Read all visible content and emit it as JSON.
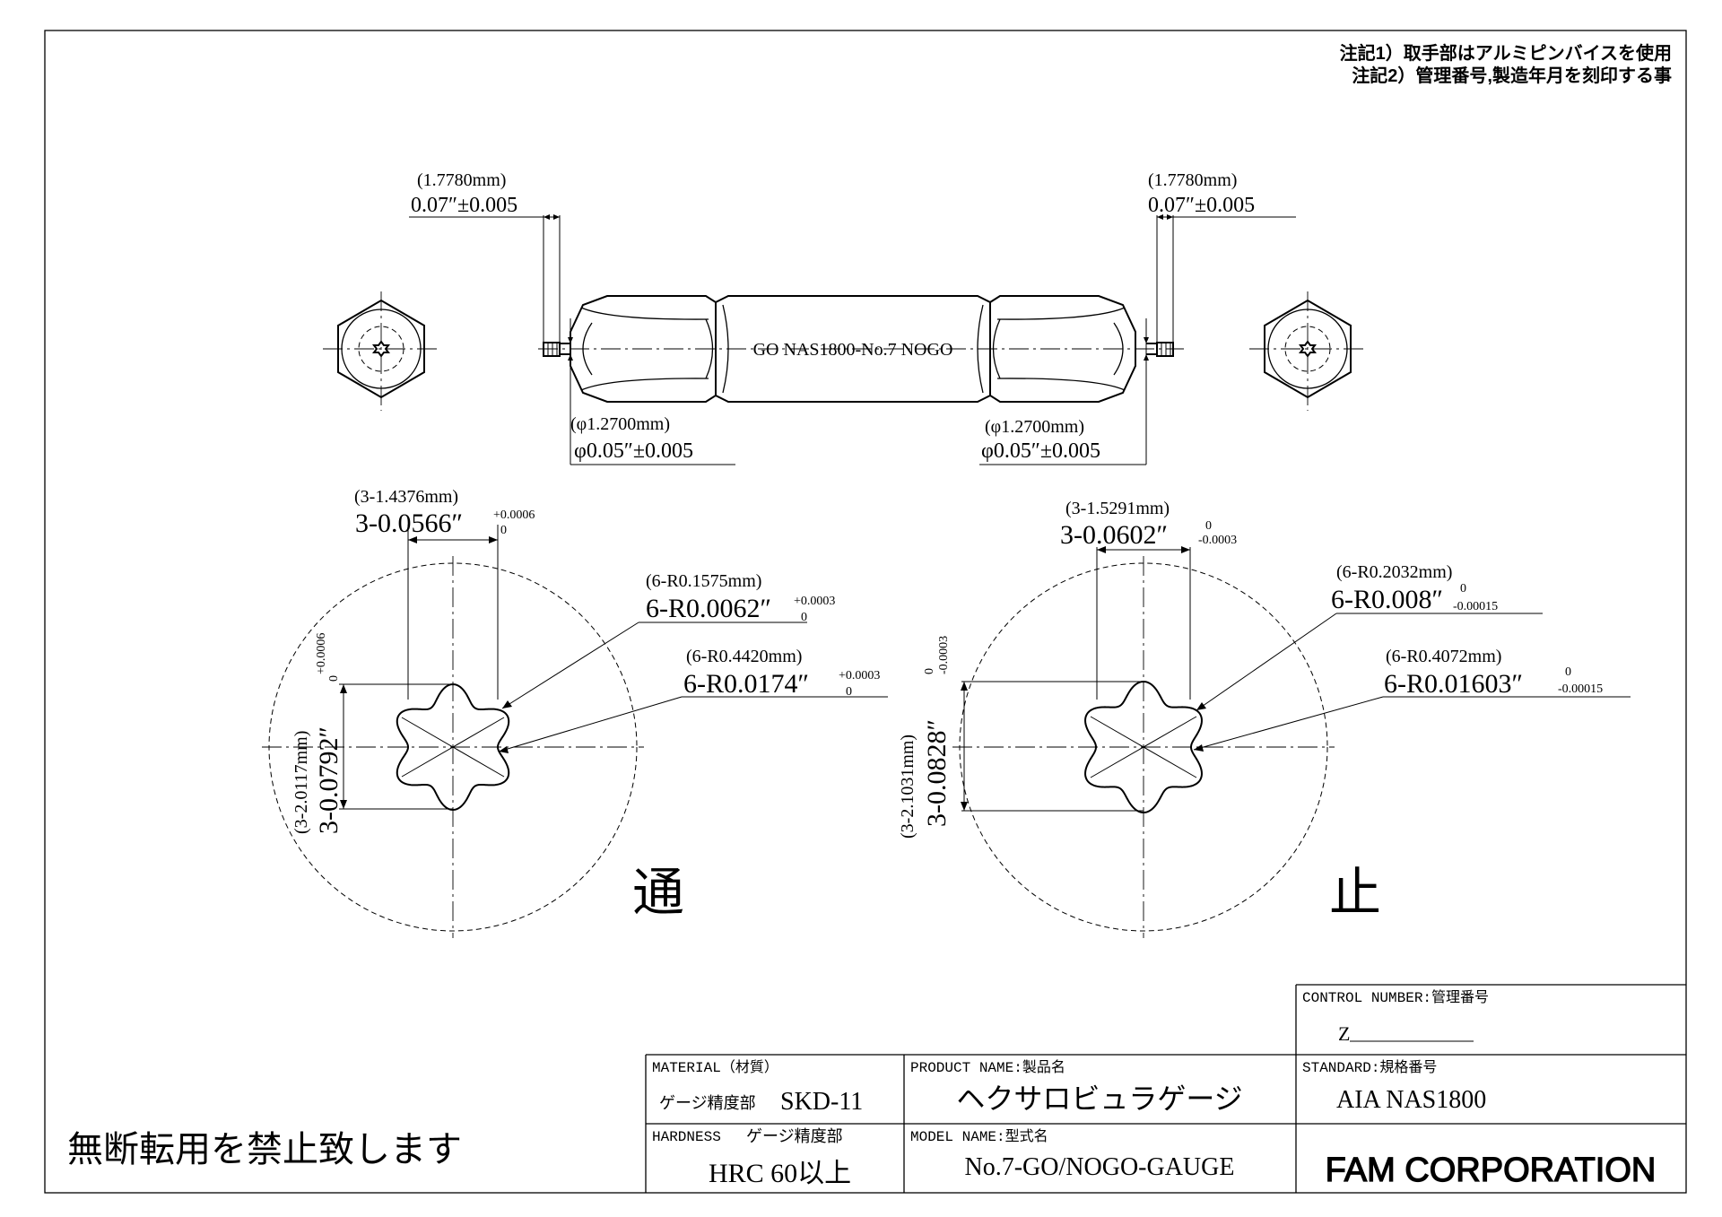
{
  "notes": {
    "note1": "注記1）取手部はアルミピンバイスを使用",
    "note2": "注記2）管理番号,製造年月を刻印する事"
  },
  "pin_dims": {
    "length_mm": "(1.7780mm)",
    "length_in": "0.07″±0.005",
    "dia_mm": "(φ1.2700mm)",
    "dia_in": "φ0.05″±0.005"
  },
  "gauge_body_label": "GO NAS1800-No.7 NOGO",
  "go": {
    "symbol": "通",
    "width_mm": "(3-1.4376mm)",
    "width_in": "3-0.0566″",
    "width_tol_upper": "+0.0006",
    "width_tol_lower": "0",
    "height_mm": "(3-2.0117mm)",
    "height_in": "3-0.0792″",
    "height_tol_upper": "+0.0006",
    "height_tol_lower": "0",
    "r_small_mm": "(6-R0.1575mm)",
    "r_small_in": "6-R0.0062″",
    "r_small_tol_upper": "+0.0003",
    "r_small_tol_lower": "0",
    "r_large_mm": "(6-R0.4420mm)",
    "r_large_in": "6-R0.0174″",
    "r_large_tol_upper": "+0.0003",
    "r_large_tol_lower": "0"
  },
  "nogo": {
    "symbol": "止",
    "width_mm": "(3-1.5291mm)",
    "width_in": "3-0.0602″",
    "width_tol_upper": "0",
    "width_tol_lower": "-0.0003",
    "height_mm": "(3-2.1031mm)",
    "height_in": "3-0.0828″",
    "height_tol_upper": "0",
    "height_tol_lower": "-0.0003",
    "r_small_mm": "(6-R0.2032mm)",
    "r_small_in": "6-R0.008″",
    "r_small_tol_upper": "0",
    "r_small_tol_lower": "-0.00015",
    "r_large_mm": "(6-R0.4072mm)",
    "r_large_in": "6-R0.01603″",
    "r_large_tol_upper": "0",
    "r_large_tol_lower": "-0.00015"
  },
  "notice": "無断転用を禁止致します",
  "title_block": {
    "control_number_label": "CONTROL NUMBER:管理番号",
    "control_number_value": "Z",
    "material_label": "MATERIAL（材質）",
    "material_part": "ゲージ精度部",
    "material_value": "SKD-11",
    "product_name_label": "PRODUCT NAME:製品名",
    "product_name_value": "ヘクサロビュラゲージ",
    "standard_label": "STANDARD:規格番号",
    "standard_value": "AIA NAS1800",
    "hardness_label": "HARDNESS",
    "hardness_part": "ゲージ精度部",
    "hardness_value": "HRC 60以上",
    "model_name_label": "MODEL NAME:型式名",
    "model_name_value": "No.7-GO/NOGO-GAUGE",
    "company": "FAM CORPORATION"
  }
}
